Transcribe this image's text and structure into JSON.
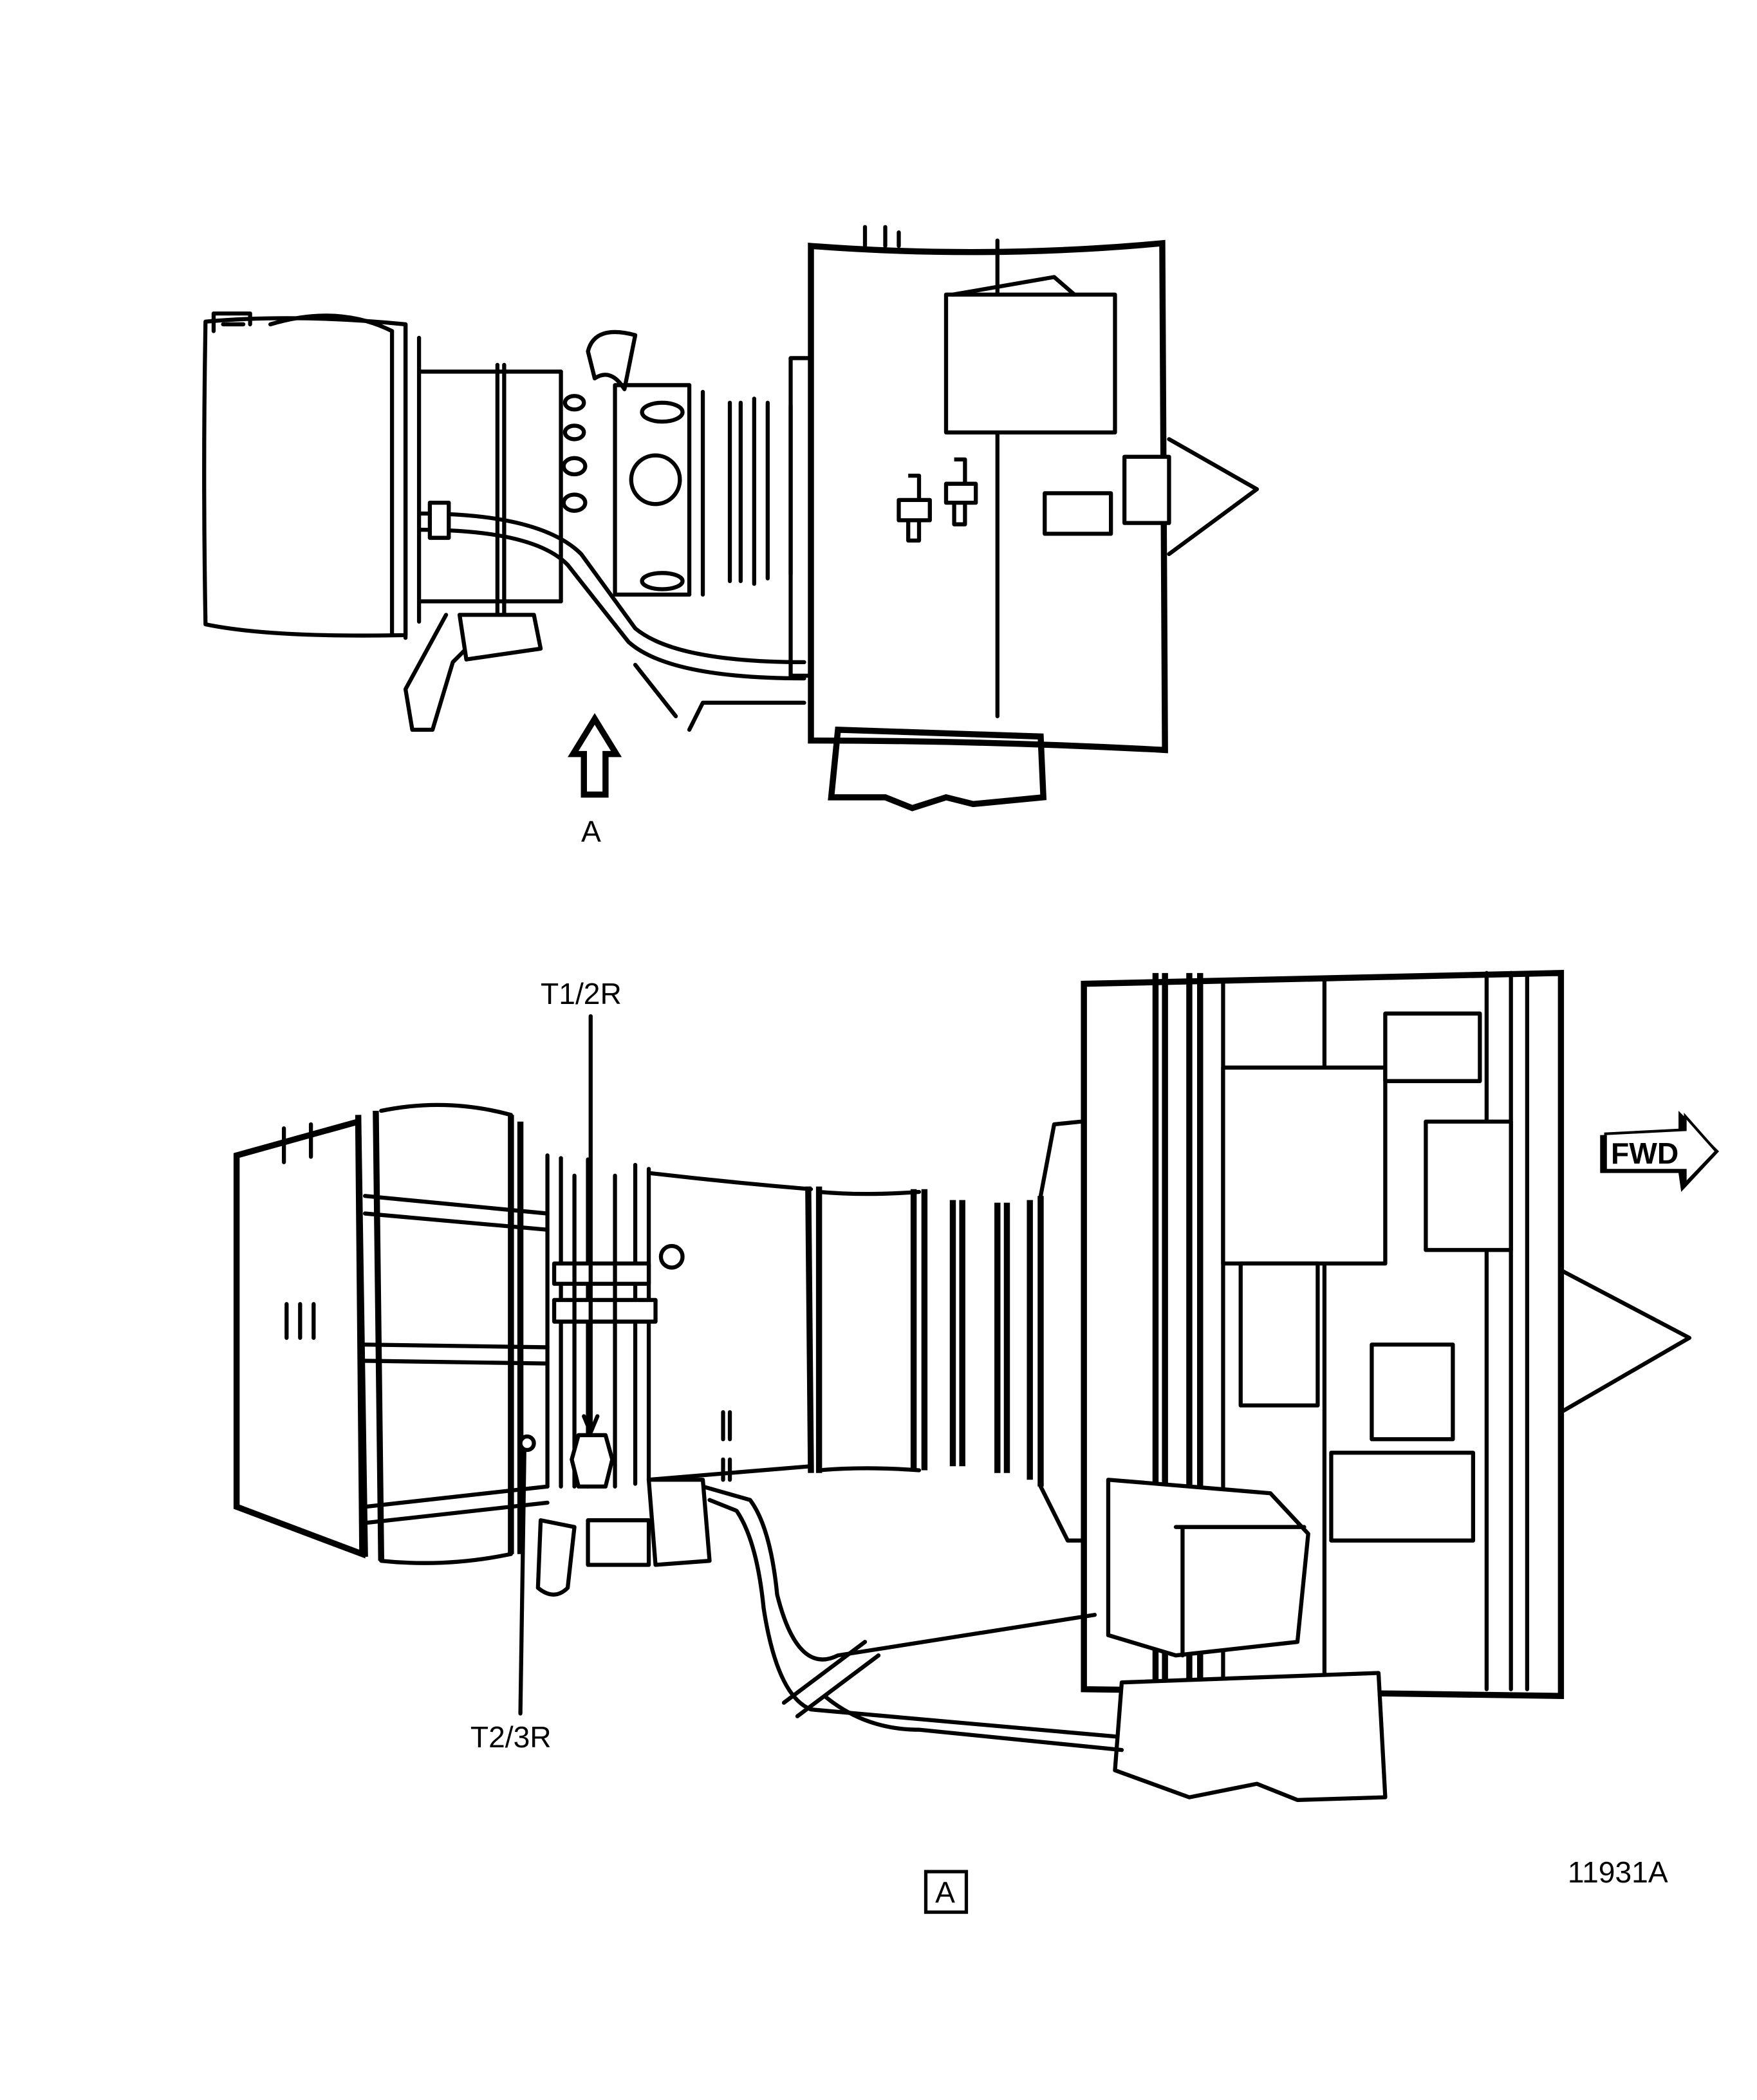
{
  "top_view": {
    "view_arrow_label": "A"
  },
  "detail_view": {
    "callouts": {
      "upper": "T1/2R",
      "lower": "T2/3R"
    },
    "direction_arrow": "FWD",
    "view_label": "A"
  },
  "figure_number": "11931A"
}
